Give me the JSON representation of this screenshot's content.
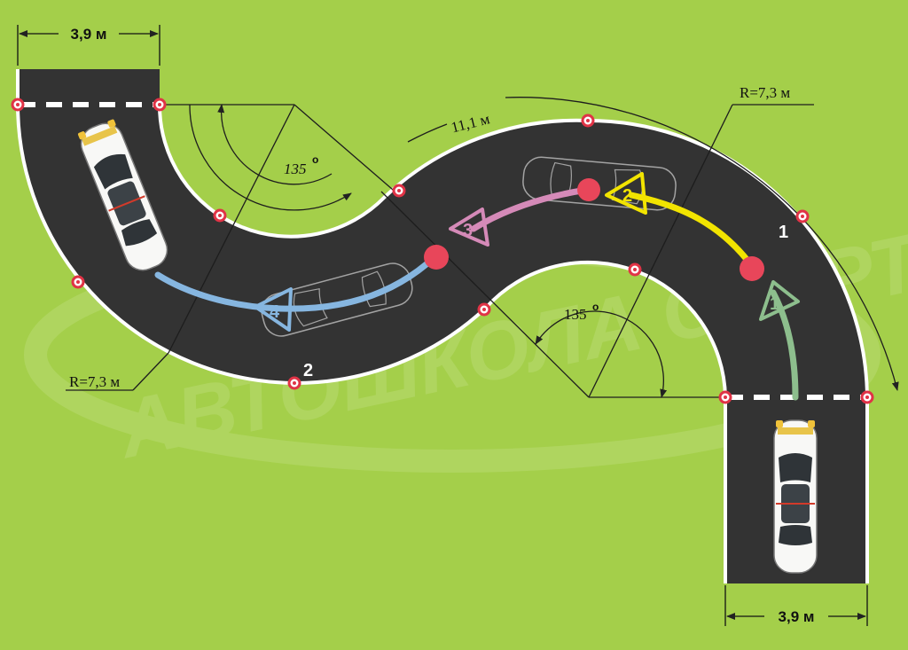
{
  "colors": {
    "background": "#a4cf4a",
    "road": "#333333",
    "marker": "#e03346",
    "path_yellow": "#f2e400",
    "path_pink": "#d58ab8",
    "path_blue": "#86b6e0",
    "path_green": "#8dbe8d"
  },
  "dimensions": {
    "width_top": "3,9 м",
    "width_bottom": "3,9 м",
    "radius_right": "R=7,3 м",
    "radius_left": "R=7,3 м",
    "arc_length": "11,1 м",
    "angle_top": "135",
    "angle_bottom": "135",
    "degree_sign": "о"
  },
  "sections": {
    "one": "1",
    "two": "2"
  },
  "steps": [
    "1",
    "2",
    "3",
    "4"
  ],
  "watermark": "АВТОШКОЛА СТАРТ"
}
